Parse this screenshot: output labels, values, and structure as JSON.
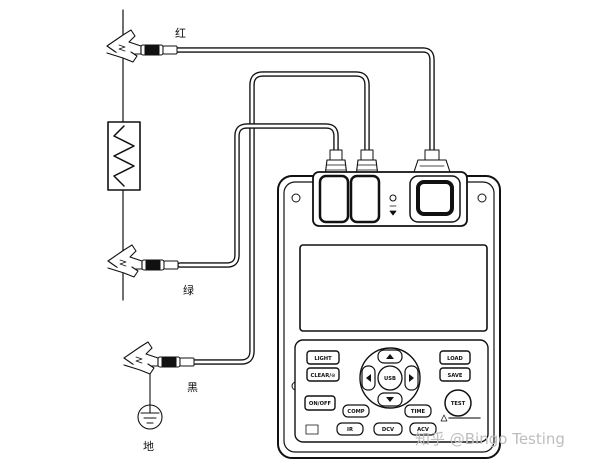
{
  "labels": {
    "red": "红",
    "green": "绿",
    "black": "黑",
    "ground": "地"
  },
  "buttons": {
    "light": "LIGHT",
    "clear": "CLEAR/⊙",
    "load": "LOAD",
    "save": "SAVE",
    "on_off": "ON/OFF",
    "comp": "COMP",
    "time": "TIME",
    "test": "TEST",
    "ir": "IR",
    "dcv": "DCV",
    "acv": "ACV",
    "usb": "USB"
  },
  "watermark": "知乎 @Bingo Testing"
}
